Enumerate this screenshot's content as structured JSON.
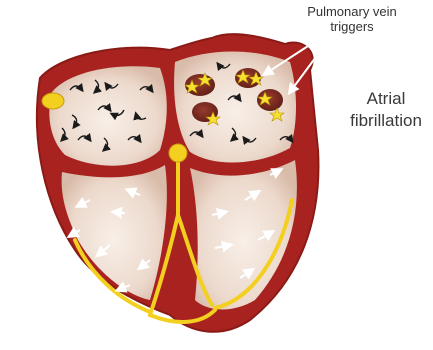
{
  "labels": {
    "pulmonary_vein_triggers": [
      "Pulmonary vein",
      "triggers"
    ],
    "atrial_fibrillation": [
      "Atrial",
      "fibrillation"
    ]
  },
  "colors": {
    "myocardium": "#a8231f",
    "chamber_fill": "#efe0d6",
    "conduction": "#f3cf1f",
    "vein_spot": "#7a2b22",
    "arrow": "#1a1a1a",
    "ventricle_arrow": "#ffffff",
    "star": "#f6e030"
  },
  "icons": {
    "sinus_node": "yellow-oval",
    "trigger": "yellow-star"
  }
}
